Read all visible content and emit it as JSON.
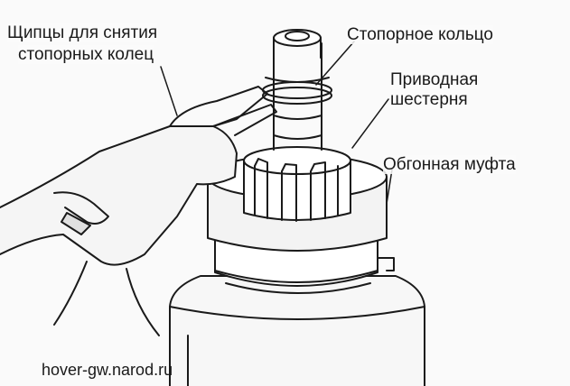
{
  "labels": {
    "pliers_line1": "Щипцы для снятия",
    "pliers_line2": "стопорных колец",
    "retaining_ring": "Стопорное кольцо",
    "drive_gear_line1": "Приводная",
    "drive_gear_line2": "шестерня",
    "overrunning_clutch": "Обгонная муфта"
  },
  "watermark": "hover-gw.narod.ru",
  "colors": {
    "line": "#1a1a1a",
    "background": "#fafafa"
  }
}
